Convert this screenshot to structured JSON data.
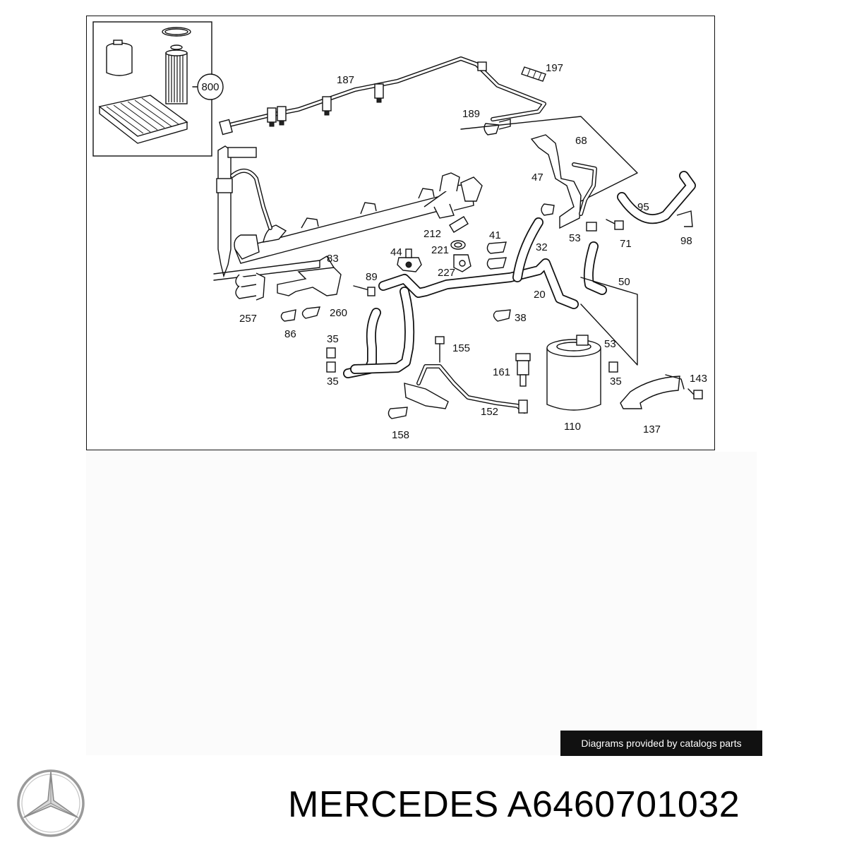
{
  "diagram": {
    "callouts": {
      "c187": "187",
      "c197": "197",
      "c189": "189",
      "c68": "68",
      "c800": "800",
      "c47": "47",
      "c95": "95",
      "c53a": "53",
      "c71": "71",
      "c98": "98",
      "c212": "212",
      "c41": "41",
      "c32": "32",
      "c44": "44",
      "c221": "221",
      "c227": "227",
      "c83": "83",
      "c89": "89",
      "c20": "20",
      "c50": "50",
      "c257": "257",
      "c260": "260",
      "c86": "86",
      "c38": "38",
      "c35a": "35",
      "c35b": "35",
      "c155": "155",
      "c53b": "53",
      "c35c": "35",
      "c143": "143",
      "c161": "161",
      "c152": "152",
      "c158": "158",
      "c110": "110",
      "c137": "137"
    },
    "filter_kit_callout": "800"
  },
  "credit": "Diagrams provided by catalogs parts",
  "brand": {
    "name": "MERCEDES",
    "part_number": "A6460701032",
    "logo_icon": "mercedes-star-logo"
  },
  "title": "MERCEDES A6460701032",
  "colors": {
    "line": "#111111",
    "badge_bg": "#111111",
    "badge_text": "#ffffff",
    "logo": "#9a9a9a"
  }
}
